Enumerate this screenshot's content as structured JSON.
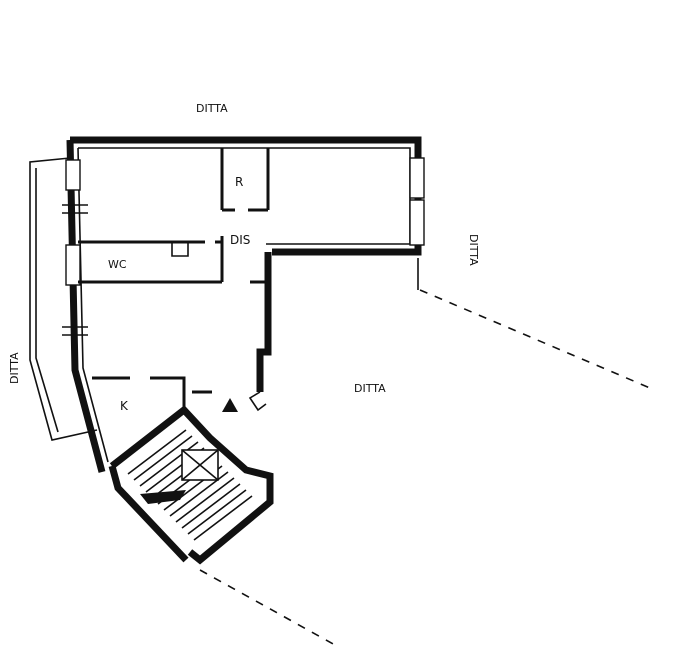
{
  "neighbors": {
    "top": "DITTA",
    "right": "DITTA",
    "left": "DITTA",
    "bottom_right": "DITTA"
  },
  "rooms": {
    "r": "R",
    "dis": "DIS",
    "wc": "WC",
    "k": "K"
  },
  "colors": {
    "ink": "#111111",
    "paper": "#ffffff"
  },
  "icons": {
    "entrance": "entrance-triangle-icon",
    "stairs": "staircase"
  }
}
